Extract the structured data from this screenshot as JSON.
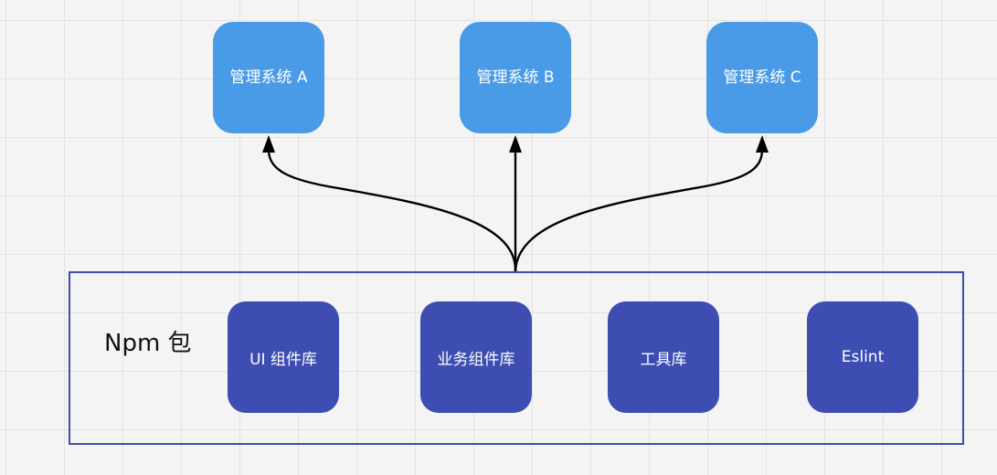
{
  "diagram": {
    "systems": [
      {
        "id": "sys-a",
        "label": "管理系统 A"
      },
      {
        "id": "sys-b",
        "label": "管理系统 B"
      },
      {
        "id": "sys-c",
        "label": "管理系统 C"
      }
    ],
    "container": {
      "label": "Npm 包"
    },
    "packages": [
      {
        "id": "pkg-ui",
        "label": "UI 组件库"
      },
      {
        "id": "pkg-business",
        "label": "业务组件库"
      },
      {
        "id": "pkg-tools",
        "label": "工具库"
      },
      {
        "id": "pkg-eslint",
        "label": "Eslint"
      }
    ]
  },
  "colors": {
    "system_fill": "#4a9be7",
    "package_fill": "#3d4db1",
    "container_border": "#3d4db1",
    "connector": "#000000",
    "background": "#f4f4f4",
    "grid": "#e3e3e3"
  },
  "connections": [
    {
      "from": "container",
      "to": "sys-a"
    },
    {
      "from": "container",
      "to": "sys-b"
    },
    {
      "from": "container",
      "to": "sys-c"
    }
  ]
}
